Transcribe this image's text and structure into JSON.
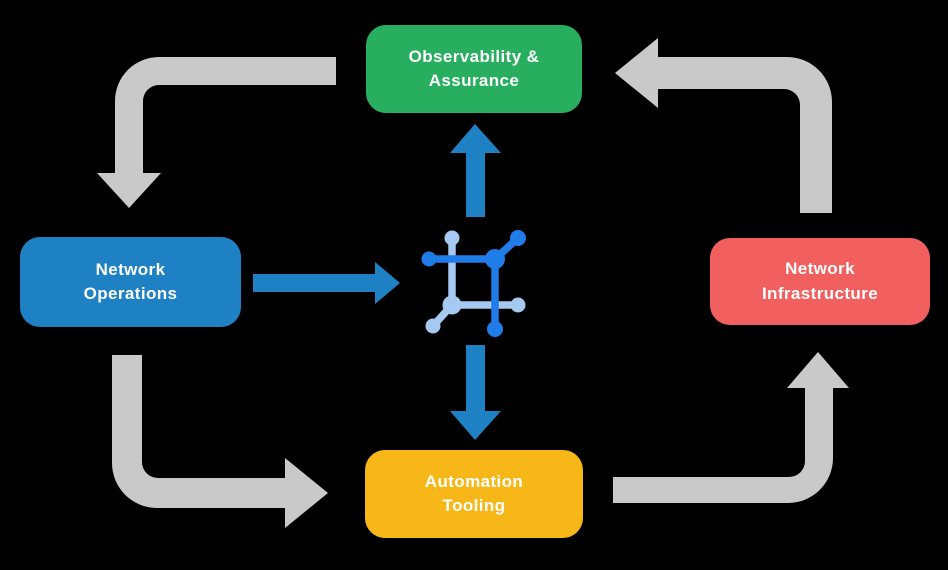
{
  "diagram": {
    "background_color": "#000000",
    "nodes": {
      "observability": {
        "label": "Observability &\nAssurance",
        "color": "#27AE5F"
      },
      "network_operations": {
        "label": "Network\nOperations",
        "color": "#1E81C4"
      },
      "network_infrastructure": {
        "label": "Network\nInfrastructure",
        "color": "#F25F5F"
      },
      "automation_tooling": {
        "label": "Automation\nTooling",
        "color": "#F8B718"
      }
    },
    "center_icon": {
      "name": "network-mesh-icon",
      "primary_color": "#1F7CE8",
      "secondary_color": "#A6C9F2"
    },
    "arrow_colors": {
      "cycle_arrows": "#C9C9C9",
      "hub_arrows": "#1E81C4"
    },
    "flows": [
      {
        "from": "observability",
        "to": "network_operations",
        "type": "cycle"
      },
      {
        "from": "network_operations",
        "to": "automation_tooling",
        "type": "cycle"
      },
      {
        "from": "automation_tooling",
        "to": "network_infrastructure",
        "type": "cycle"
      },
      {
        "from": "network_infrastructure",
        "to": "observability",
        "type": "cycle"
      },
      {
        "from": "network_operations",
        "to": "center_hub",
        "type": "hub"
      },
      {
        "from": "center_hub",
        "to": "observability",
        "type": "hub"
      },
      {
        "from": "center_hub",
        "to": "automation_tooling",
        "type": "hub"
      }
    ]
  }
}
